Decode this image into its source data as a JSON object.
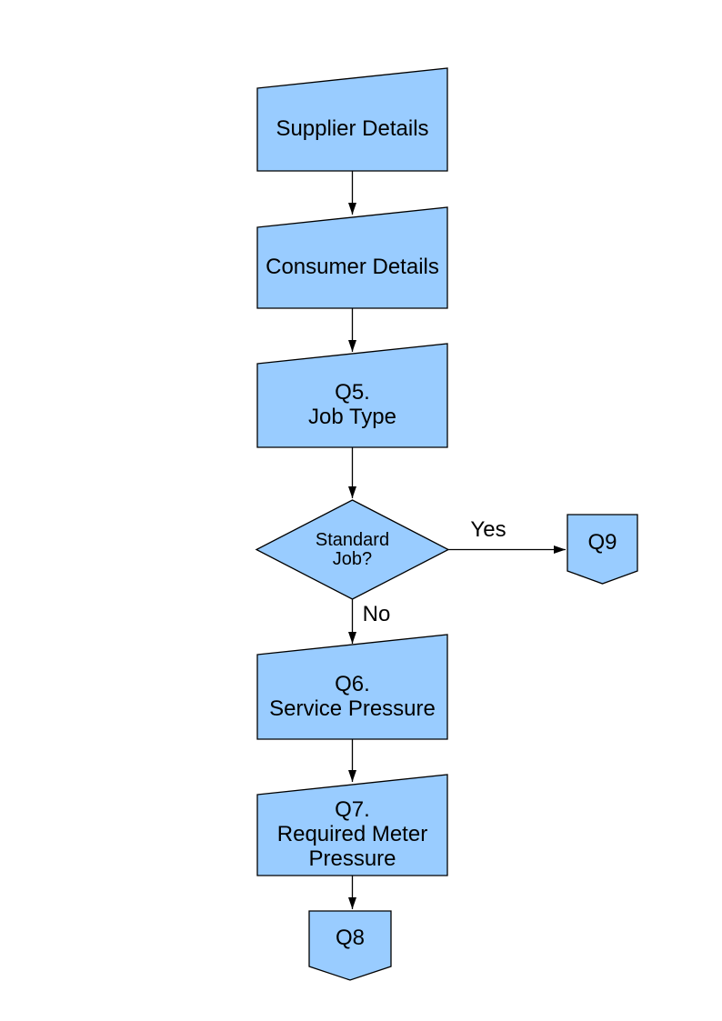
{
  "diagram": {
    "type": "flowchart",
    "colors": {
      "node_fill": "#99CCFF",
      "node_border": "#000000",
      "text": "#000000",
      "page_background": "#FFFFFF"
    },
    "nodes": {
      "supplier_details": {
        "shape": "manual-input",
        "label": "Supplier Details"
      },
      "consumer_details": {
        "shape": "manual-input",
        "label": "Consumer Details"
      },
      "q5_job_type": {
        "shape": "manual-input",
        "label": "Q5.\nJob Type"
      },
      "standard_job": {
        "shape": "decision",
        "label": "Standard\nJob?"
      },
      "q9": {
        "shape": "off-page-connector",
        "label": "Q9"
      },
      "q6_service_pressure": {
        "shape": "manual-input",
        "label": "Q6.\nService Pressure"
      },
      "q7_required_meter_pressure": {
        "shape": "manual-input",
        "label": "Q7.\nRequired Meter\nPressure"
      },
      "q8": {
        "shape": "off-page-connector",
        "label": "Q8"
      }
    },
    "edge_labels": {
      "yes": "Yes",
      "no": "No"
    }
  }
}
